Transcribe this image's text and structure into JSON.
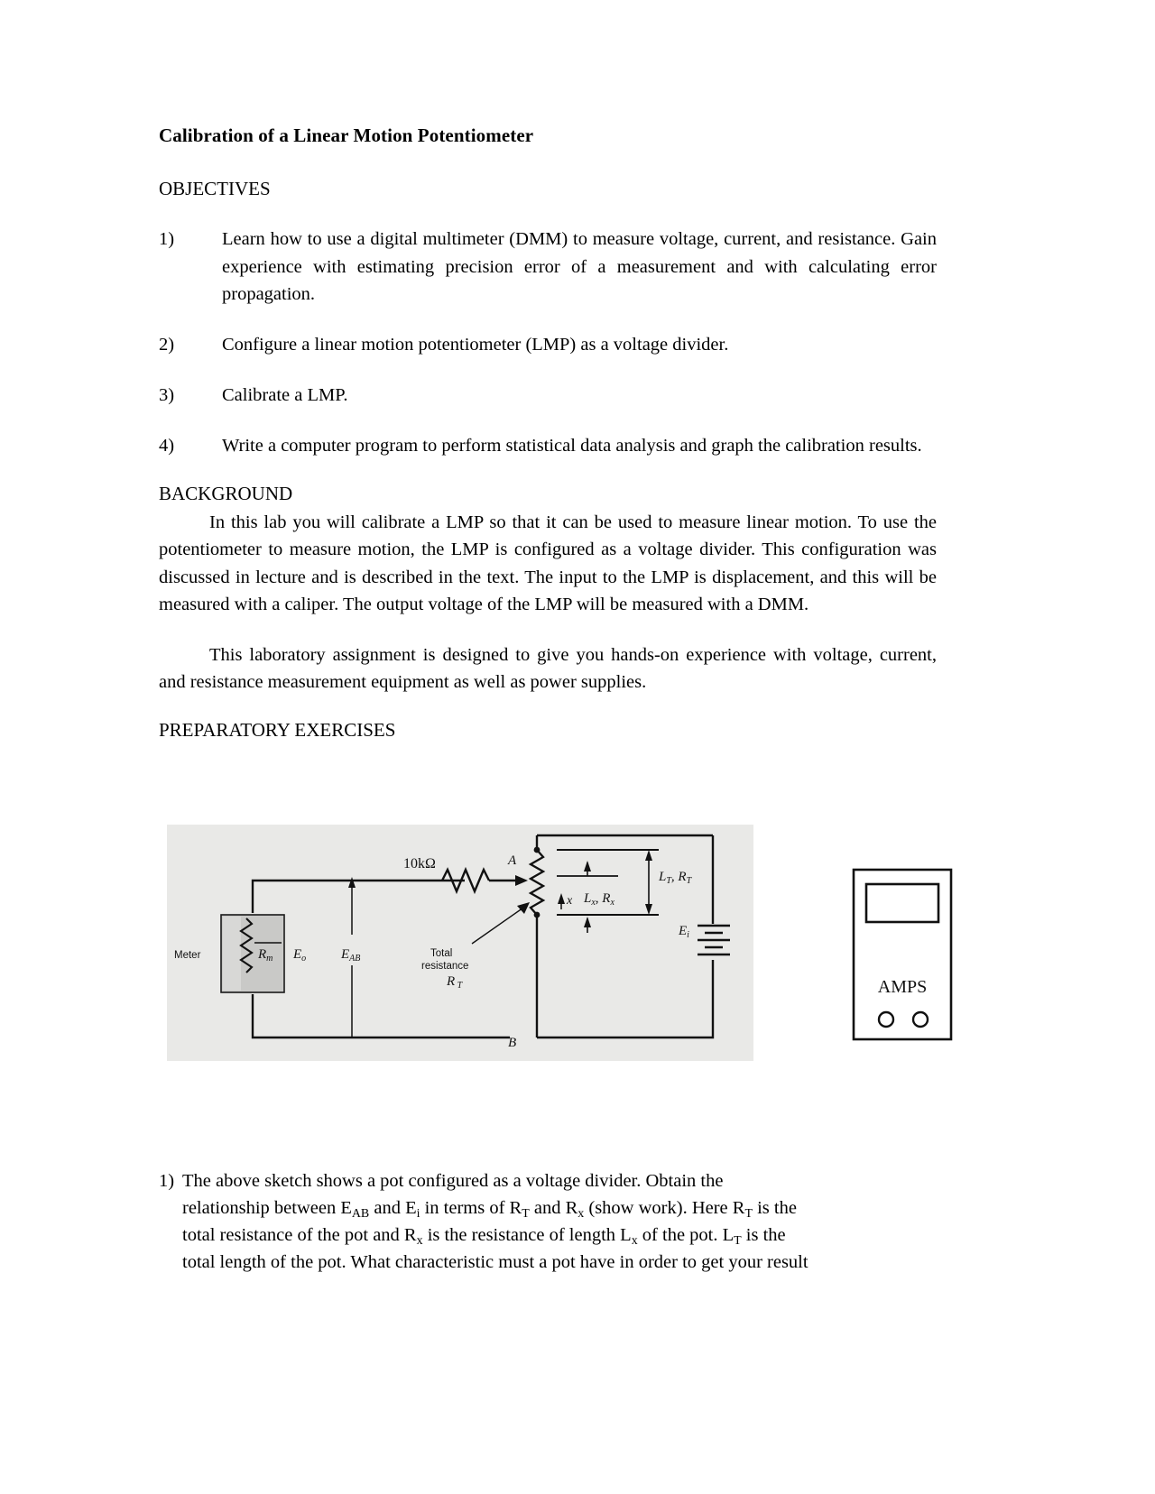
{
  "document": {
    "title": "Calibration of a Linear Motion Potentiometer",
    "sections": {
      "objectives_heading": "OBJECTIVES",
      "background_heading": "BACKGROUND",
      "preparatory_heading": "PREPARATORY EXERCISES"
    },
    "objectives": [
      {
        "number": "1)",
        "text": "Learn how to use a digital multimeter (DMM) to measure voltage, current, and resistance.  Gain experience with estimating precision error of a measurement and with calculating error propagation."
      },
      {
        "number": "2)",
        "text": "Configure a linear motion potentiometer (LMP) as a voltage divider."
      },
      {
        "number": "3)",
        "text": "Calibrate a LMP."
      },
      {
        "number": "4)",
        "text": "Write a computer program to perform statistical data analysis and graph the calibration results."
      }
    ],
    "background_paragraphs": [
      "In this lab you will calibrate a LMP so that it can be used to measure linear motion.  To use the potentiometer to measure motion, the LMP is configured as a voltage divider.  This configuration was discussed in lecture and is described in the text.  The input to the LMP is displacement, and this will be measured with a caliper.  The output voltage of the LMP will be measured with a DMM.",
      "This laboratory assignment is designed to give you hands-on experience with voltage, current, and resistance measurement equipment as well as power supplies."
    ],
    "question": {
      "number": "1)",
      "line1": "The  above  sketch  shows  a  pot  configured  as  a  voltage  divider.    Obtain  the",
      "line2_a": "relationship between E",
      "line2_sub_a": "AB",
      "line2_b": " and E",
      "line2_sub_b": "i",
      "line2_c": " in terms of R",
      "line2_sub_c": "T",
      "line2_d": " and R",
      "line2_sub_d": "x",
      "line2_e": " (show work).  Here R",
      "line2_sub_e": "T",
      "line2_f": " is the",
      "line3_a": "total resistance of the pot and R",
      "line3_sub_a": "x",
      "line3_b": " is the resistance of length L",
      "line3_sub_b": "x",
      "line3_c": " of the pot. L",
      "line3_sub_c": "T",
      "line3_d": " is the",
      "line4": "total length of the pot.  What characteristic must a pot have in order to get your result"
    }
  },
  "figure": {
    "name": "potentiometer-voltage-divider-circuit",
    "background_color": "#e8e8e6",
    "labels": {
      "meter": "Meter",
      "meter_resistance": "R",
      "meter_resistance_sub": "m",
      "output_voltage": "E",
      "output_voltage_sub": "o",
      "divider_voltage": "E",
      "divider_voltage_sub": "AB",
      "series_resistor": "10kΩ",
      "node_a": "A",
      "node_b": "B",
      "total_resistance_line1": "Total",
      "total_resistance_line2": "resistance",
      "total_resistance_symbol": "R",
      "total_resistance_symbol_sub": "T",
      "total_length_resistance": "L",
      "total_length_resistance_sub": "T",
      "total_length_resistance_2": "R",
      "total_length_resistance_2_sub": "T",
      "travel_x": "x",
      "partial_length": "L",
      "partial_length_sub": "x",
      "partial_resistance": "R",
      "partial_resistance_sub": "x",
      "source_voltage": "E",
      "source_voltage_sub": "i"
    }
  },
  "amps_meter": {
    "name": "amps-meter",
    "label": "AMPS",
    "display_value": "",
    "terminal_count": 2
  }
}
